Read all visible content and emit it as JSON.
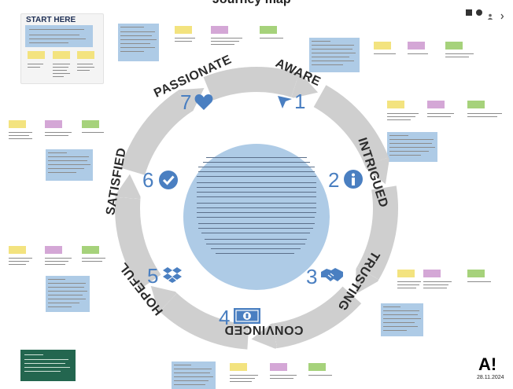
{
  "page_title": "Journey map",
  "start_here": {
    "title": "START HERE"
  },
  "toolbar": {
    "icons": [
      "grid-icon",
      "share-icon",
      "user-icon",
      "more-icon"
    ]
  },
  "cycle": {
    "stages": [
      {
        "name": "AWARE",
        "number": "1",
        "icon": "cursor-icon"
      },
      {
        "name": "INTRIGUED",
        "number": "2",
        "icon": "info-icon"
      },
      {
        "name": "TRUSTING",
        "number": "3",
        "icon": "handshake-icon"
      },
      {
        "name": "CONVINCED",
        "number": "4",
        "icon": "banknote-icon"
      },
      {
        "name": "HOPEFUL",
        "number": "5",
        "icon": "dropbox-icon"
      },
      {
        "name": "SATISFIED",
        "number": "6",
        "icon": "checkmark-icon"
      },
      {
        "name": "PASSIONATE",
        "number": "7",
        "icon": "heart-icon"
      }
    ]
  },
  "footer": {
    "logo": "A!",
    "date": "28.11.2024"
  },
  "colors": {
    "accent_blue": "#4a7fc1",
    "note_yellow": "#f3e37f",
    "note_purple": "#d4a7d6",
    "note_green": "#a6d27b",
    "note_blue": "#aecbe6",
    "arrow_grey": "#cfcfcf",
    "card_green": "#23664f"
  }
}
